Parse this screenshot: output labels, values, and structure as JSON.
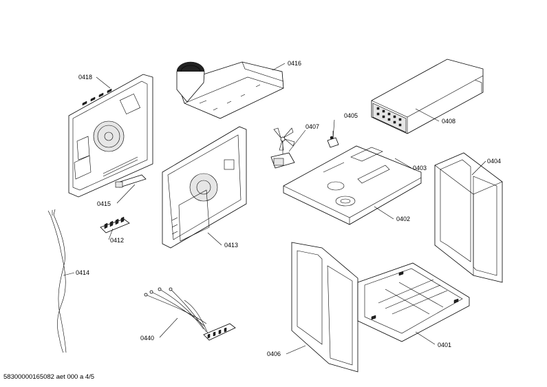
{
  "parts": [
    {
      "id": "0418",
      "label": "0418"
    },
    {
      "id": "0416",
      "label": "0416"
    },
    {
      "id": "0405",
      "label": "0405"
    },
    {
      "id": "0407",
      "label": "0407"
    },
    {
      "id": "0408",
      "label": "0408"
    },
    {
      "id": "0403",
      "label": "0403"
    },
    {
      "id": "0404",
      "label": "0404"
    },
    {
      "id": "0415",
      "label": "0415"
    },
    {
      "id": "0412",
      "label": "0412"
    },
    {
      "id": "0413",
      "label": "0413"
    },
    {
      "id": "0402",
      "label": "0402"
    },
    {
      "id": "0414",
      "label": "0414"
    },
    {
      "id": "0440",
      "label": "0440"
    },
    {
      "id": "0406",
      "label": "0406"
    },
    {
      "id": "0401",
      "label": "0401"
    }
  ],
  "footer": "58300000165082 aet 000 a 4/5"
}
